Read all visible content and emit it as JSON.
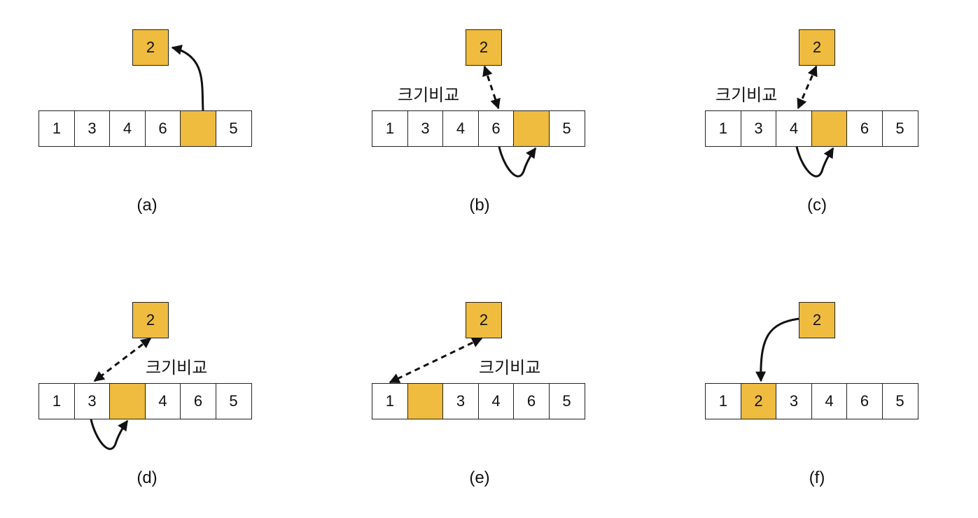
{
  "colors": {
    "highlight": "#efbc40",
    "border": "#222222"
  },
  "panels": [
    {
      "caption": "(a)",
      "cells": [
        "1",
        "3",
        "4",
        "6",
        "",
        "5"
      ],
      "empty_index": 4,
      "floating": "2",
      "compare_label": ""
    },
    {
      "caption": "(b)",
      "cells": [
        "1",
        "3",
        "4",
        "6",
        "",
        "5"
      ],
      "empty_index": 4,
      "floating": "2",
      "compare_label": "크기비교"
    },
    {
      "caption": "(c)",
      "cells": [
        "1",
        "3",
        "4",
        "",
        "6",
        "5"
      ],
      "empty_index": 3,
      "floating": "2",
      "compare_label": "크기비교"
    },
    {
      "caption": "(d)",
      "cells": [
        "1",
        "3",
        "",
        "4",
        "6",
        "5"
      ],
      "empty_index": 2,
      "floating": "2",
      "compare_label": "크기비교"
    },
    {
      "caption": "(e)",
      "cells": [
        "1",
        "",
        "3",
        "4",
        "6",
        "5"
      ],
      "empty_index": 1,
      "floating": "2",
      "compare_label": "크기비교"
    },
    {
      "caption": "(f)",
      "cells": [
        "1",
        "2",
        "3",
        "4",
        "6",
        "5"
      ],
      "empty_index": 1,
      "floating": "2",
      "compare_label": ""
    }
  ]
}
